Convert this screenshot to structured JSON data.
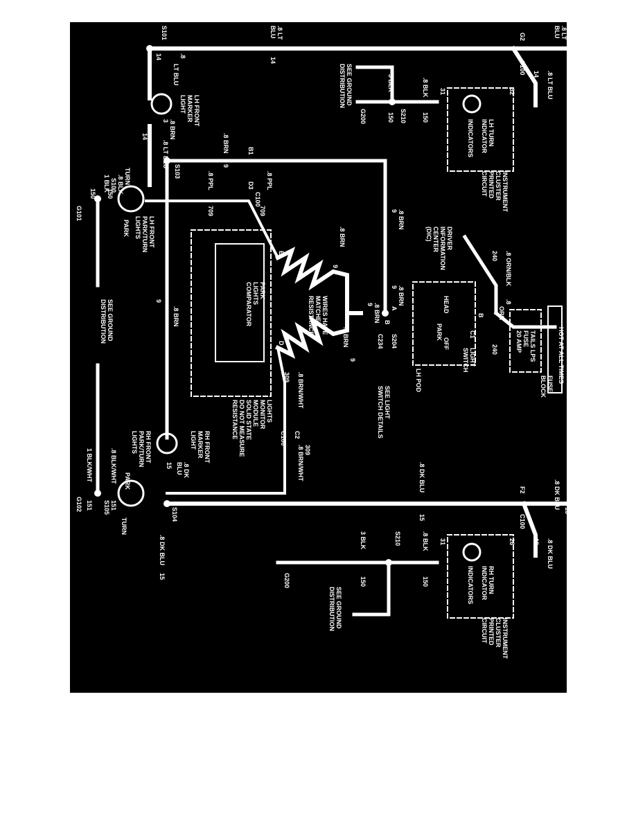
{
  "colors": {
    "background": "#000000",
    "ink": "#ffffff",
    "page": "#ffffff"
  },
  "labels": {
    "hot_at_all_times": "HOT AT ALL TIMES",
    "fuse": "FUSE",
    "fuse_block": "BLOCK",
    "tails_lps": "TAILS LPS",
    "fuse_word": "FUSE",
    "fuse_rating": "20 AMP",
    "c1": "C1",
    "light_switch": "LIGHT",
    "light_switch2": "SWITCH",
    "lh_pod": "LH POD",
    "head": "HEAD",
    "park": "PARK",
    "off": "OFF",
    "see_light_switch": "SEE LIGHT",
    "see_light_switch2": "SWITCH DETAILS",
    "dic1": "DRIVER",
    "dic2": "INFORMATION",
    "dic3": "CENTER",
    "dic4": "(DIC)",
    "w240a": ".8 ORN/BLK",
    "w240b": "240",
    "w240c": ".8",
    "w240d": "ORN",
    "w240e": "240",
    "pin_b": "B",
    "pin_a": "A",
    "pin_b2": "B",
    "w9a": ".8 BRN",
    "w9b": "9",
    "w9c": ".8 BRN",
    "w9d": "9",
    "w9e": ".8 BRN",
    "w9f": "9",
    "w9g": ".8 BRN",
    "w9h": "9",
    "w9i": ".8 BRN",
    "w9j": "9",
    "s204": "S204",
    "c234": "C234",
    "matched1": "WIRES HAVE",
    "matched2": "MATCHED",
    "matched3": "RESISTANCE",
    "pin_e": "E",
    "pin_d": "D",
    "plc1": "PARK",
    "plc2": "LIGHTS",
    "plc3": "COMPARATOR",
    "lmm1": "LIGHTS",
    "lmm2": "MONITOR",
    "lmm3": "MODULE",
    "lmm4": "SOLID STATE",
    "lmm5": "DO NOT MEASURE",
    "lmm6": "RESISTANCE",
    "c100a": "C100",
    "d3": "D3",
    "b1": "B1",
    "c2": "C2",
    "c100b": "C100",
    "w709a": ".8 PPL",
    "w709b": "709",
    "w709c": ".8 PPL",
    "w709d": "709",
    "w309a": ".8 BRN/WHT",
    "w309b": "309",
    "w309c": ".8 BRN/WHT",
    "w309d": "309",
    "ic1a": "INSTRUMENT",
    "ic1b": "CLUSTER",
    "ic1c": "PRINTED",
    "ic1d": "CIRCUIT",
    "lhti1": "LH TURN",
    "lhti2": "INDICATOR",
    "indicators1": "INDICATORS",
    "pin32": "32",
    "pin31a": "31",
    "g2": "G2",
    "c100c": "C100",
    "w14a": ".8 LT",
    "w14b": "BLU",
    "w14c": ".8 LT BLU",
    "w14d": "14",
    "s101": "S101",
    "w14e": ".8 LT",
    "w14f": "BLU",
    "w14g": "14",
    "w14h": "14",
    "w14i": ".8",
    "w14j": "LT BLU",
    "lhfm1": "LH FRONT",
    "lhfm2": "MARKER",
    "lhfm3": "LIGHT",
    "w3a": ".8 BRN",
    "w3b": "3",
    "w14k": ".8 LT BLU",
    "w14l": "14",
    "s103": "S103",
    "turn1": "TURN",
    "s100": ".8 BLK",
    "s100b": "S100",
    "blk1": "1 BLK",
    "w150a": "150",
    "w150b": "150",
    "g101": "G101",
    "park1": "PARK",
    "lhfp1": "LH FRONT",
    "lhfp2": "PARK/TURN",
    "lhfp3": "LIGHTS",
    "seeground1": "SEE GROUND",
    "seeground2": "DISTRIBUTION",
    "gnd1a": "SEE GROUND",
    "gnd1b": "DISTRIBUTION",
    "blk3a": "3 BLK",
    "blk3b": "150",
    "blk8a": ".8 BLK",
    "blk8b": "150",
    "s210a": "S210",
    "g200a": "G200",
    "ic2a": "INSTRUMENT",
    "ic2b": "CLUSTER",
    "ic2c": "PRINTED",
    "ic2d": "CIRCUIT",
    "rhti1": "RH TURN",
    "rhti2": "INDICATOR",
    "indicators2": "INDICATORS",
    "pin26": "26",
    "pin31b": "31",
    "f2": "F2",
    "c100d": "C100",
    "w15a": ".8 DK BLU",
    "w15b": "15",
    "w15c": ".8 DK BLU",
    "w15d": "15",
    "w15e": ".8 DK BLU",
    "w15f": "15",
    "blk3c": "3 BLK",
    "blk3d": "150",
    "blk8c": ".8 BLK",
    "blk8d": "150",
    "s210b": "S210",
    "g200b": "G200",
    "gnd2a": "SEE GROUND",
    "gnd2b": "DISTRIBUTION",
    "rhfm1": "RH FRONT",
    "rhfm2": "MARKER",
    "rhfm3": "LIGHT",
    "w15g": ".8 DK",
    "w15h": "BLU",
    "w15i": "15",
    "s104": "S104",
    "w15j": ".8 DK BLU",
    "w15k": "15",
    "rhfp1": "RH FRONT",
    "rhfp2": "PARK/TURN",
    "rhfp3": "LIGHTS",
    "park2": "PARK",
    "bw1": ".8 BLK/WHT",
    "bw2": "151",
    "s105": "S105",
    "bw3": "1 BLK/WHT",
    "bw4": "151",
    "g102": "G102",
    "turn2": "TURN",
    "w9k": ".8 BRN",
    "w9l": "9",
    "w9m": ".8 BRN",
    "w9n": "9"
  }
}
